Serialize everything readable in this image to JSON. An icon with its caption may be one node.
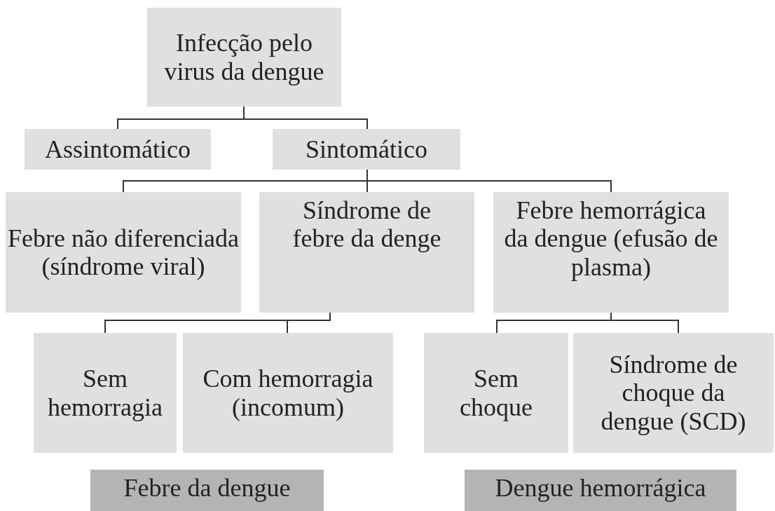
{
  "diagram": {
    "nodes": [
      {
        "text": [
          "Infecção pelo virus da dengue"
        ]
      },
      {
        "text": [
          "Assintomático"
        ]
      },
      {
        "text": [
          "Sintomático"
        ]
      },
      {
        "text": [
          "Febre não diferenciada (síndrome viral)"
        ]
      },
      {
        "text": [
          "Síndrome de febre da denge"
        ]
      },
      {
        "text": [
          "Febre hemorrágica da dengue (efusão de plasma)"
        ]
      },
      {
        "text": [
          "Sem hemorragia"
        ]
      },
      {
        "text": [
          "Com hemorragia (incomum)"
        ]
      },
      {
        "text": [
          "Sem choque"
        ]
      },
      {
        "text": [
          "Síndrome de choque da dengue (SCD)"
        ]
      },
      {
        "text": [
          "Febre da dengue"
        ]
      },
      {
        "text": [
          "Dengue hemorrágica"
        ]
      }
    ],
    "edges": [
      {
        "from": 0,
        "to": 1,
        "arrow": "none"
      },
      {
        "from": 0,
        "to": 2,
        "arrow": "none"
      },
      {
        "from": 2,
        "to": 3,
        "arrow": "none"
      },
      {
        "from": 2,
        "to": 4,
        "arrow": "none"
      },
      {
        "from": 2,
        "to": 5,
        "arrow": "none"
      },
      {
        "from": 4,
        "to": 6,
        "arrow": "none"
      },
      {
        "from": 4,
        "to": 7,
        "arrow": "none"
      },
      {
        "from": 5,
        "to": 8,
        "arrow": "none"
      },
      {
        "from": 5,
        "to": 9,
        "arrow": "none"
      }
    ]
  }
}
